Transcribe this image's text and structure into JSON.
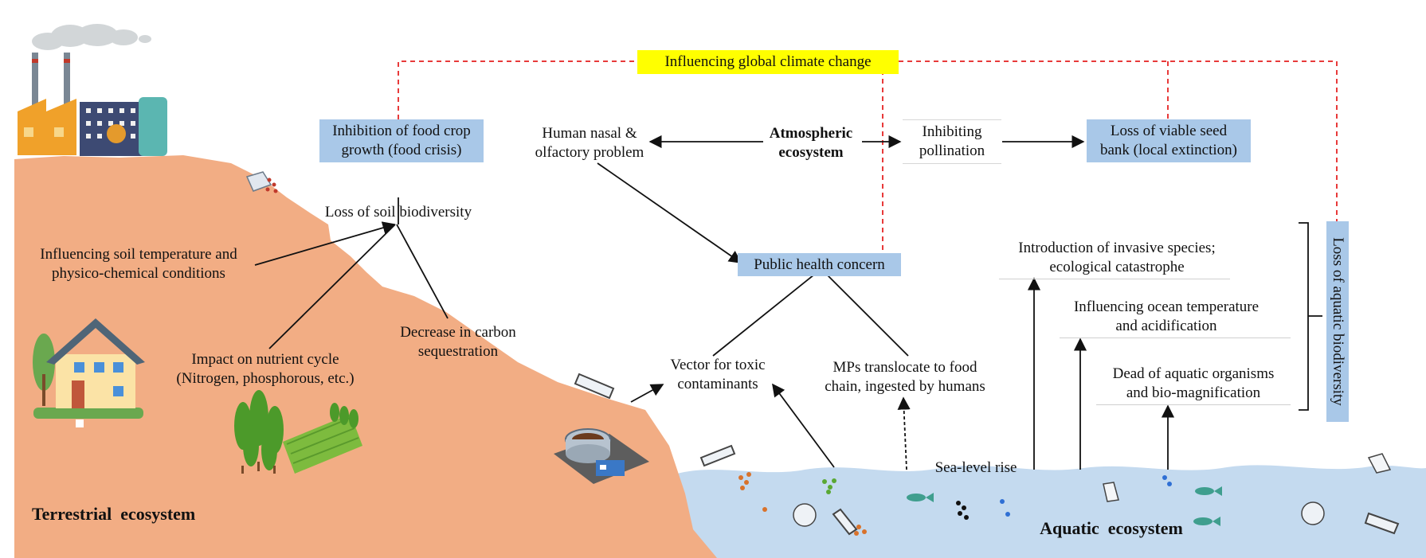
{
  "header": {
    "climate_label": "Influencing global climate change"
  },
  "atmosphere": {
    "title_line1": "Atmospheric",
    "title_line2": "ecosystem",
    "human_nasal_line1": "Human nasal &",
    "human_nasal_line2": "olfactory problem",
    "inhibiting_line1": "Inhibiting",
    "inhibiting_line2": "pollination",
    "seed_bank_line1": "Loss of viable seed",
    "seed_bank_line2": "bank (local extinction)",
    "food_crop_line1": "Inhibition of food crop",
    "food_crop_line2": "growth (food crisis)"
  },
  "terrestrial": {
    "title": "Terrestrial  ecosystem",
    "soil_biodiversity": "Loss of soil biodiversity",
    "soil_temp_line1": "Influencing soil temperature and",
    "soil_temp_line2": "physico-chemical conditions",
    "nutrient_line1": "Impact on nutrient cycle",
    "nutrient_line2": "(Nitrogen, phosphorous, etc.)",
    "carbon_line1": "Decrease in carbon",
    "carbon_line2": "sequestration"
  },
  "health": {
    "public_health": "Public health concern",
    "vector_line1": "Vector for toxic",
    "vector_line2": "contaminants",
    "mps_line1": "MPs translocate to food",
    "mps_line2": "chain, ingested by humans"
  },
  "aquatic": {
    "title": "Aquatic  ecosystem",
    "sea_level": "Sea-level rise",
    "invasive_line1": "Introduction of invasive species;",
    "invasive_line2": "ecological catastrophe",
    "ocean_line1": "Influencing ocean temperature",
    "ocean_line2": "and acidification",
    "dead_line1": "Dead of aquatic organisms",
    "dead_line2": "and bio-magnification",
    "loss_biodiversity": "Loss of aquatic biodiversity"
  },
  "colors": {
    "land": "#f2ad84",
    "water": "#c4daef",
    "box": "#a9c8e8",
    "highlight": "#ffff00",
    "dashed": "#e83a3a"
  }
}
